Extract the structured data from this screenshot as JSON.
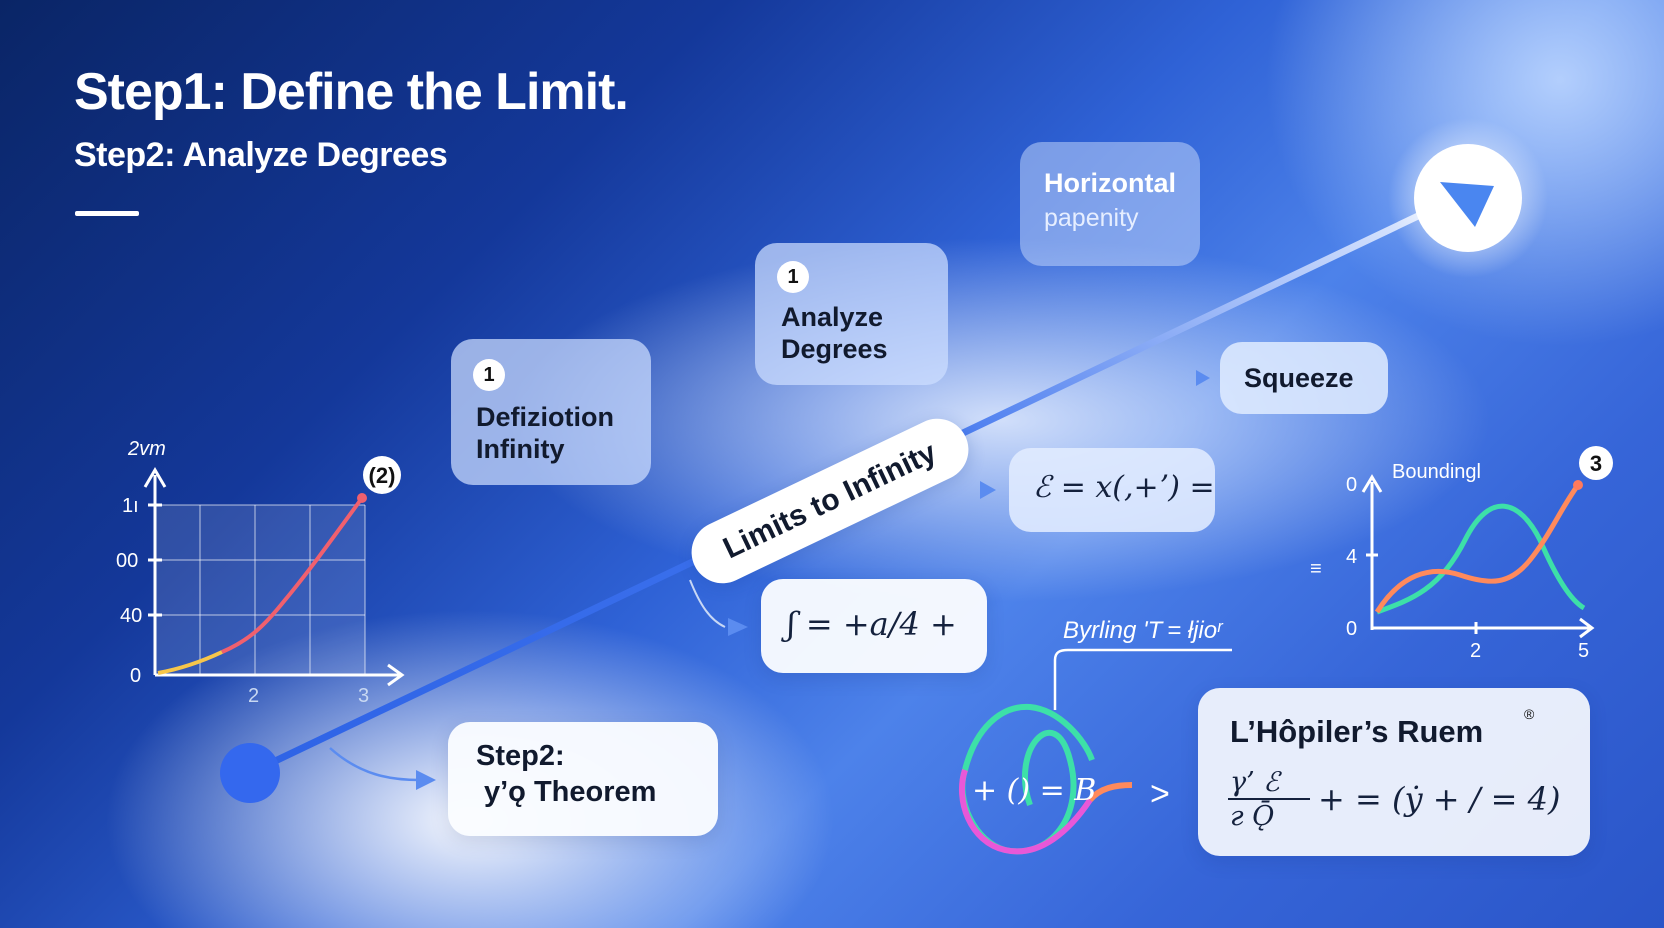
{
  "header": {
    "title": "Step1: Define the Limit.",
    "subtitle": "Step2: Analyze Degrees"
  },
  "cards": {
    "horizontal": {
      "line1": "Horizontal",
      "line2": "papenity"
    },
    "analyze": {
      "badge": "1",
      "line1": "Analyze",
      "line2": "Degrees"
    },
    "definition": {
      "badge": "1",
      "line1": "Defiziotion",
      "line2": "Infinity"
    },
    "squeeze": {
      "label": "Squeeze"
    },
    "formula1": {
      "text": "ℰ = x(,+ʼ) ="
    },
    "formula2": {
      "text": "ʃ = +a/4 +"
    },
    "step2": {
      "line1": "Step2:",
      "line2": "y’ǫ Theorem"
    },
    "lhopital": {
      "title": "L’Hôpiler’s Ruem",
      "formula_frac_top": "γ’   ℰ",
      "formula_frac_bottom": "г   Ǭ",
      "formula_rest": "+ = (ẏ + / = 4)",
      "mark": "®"
    }
  },
  "diagonal": {
    "label": "Limits to Infinity"
  },
  "left_chart": {
    "ylabel": "2vm",
    "yticks": [
      "1ı",
      "00",
      "40",
      "0"
    ],
    "xticks": [
      "2",
      "3"
    ],
    "point_label": "(2)"
  },
  "right_chart": {
    "title": "Boundingl",
    "yticks": [
      "0",
      "4",
      "0"
    ],
    "xticks": [
      "2",
      "5"
    ],
    "point_label": "3",
    "equiv": "≡"
  },
  "loop": {
    "label": "Byrling ʹT = łjioʳ",
    "formula": "+ () = В",
    "arrow": ">"
  },
  "colors": {
    "accent_blue": "#2f67e8",
    "curve_red": "#f0606e",
    "curve_green": "#3de0a8",
    "curve_orange": "#ff8a5c",
    "loop_pink": "#e858d8"
  }
}
